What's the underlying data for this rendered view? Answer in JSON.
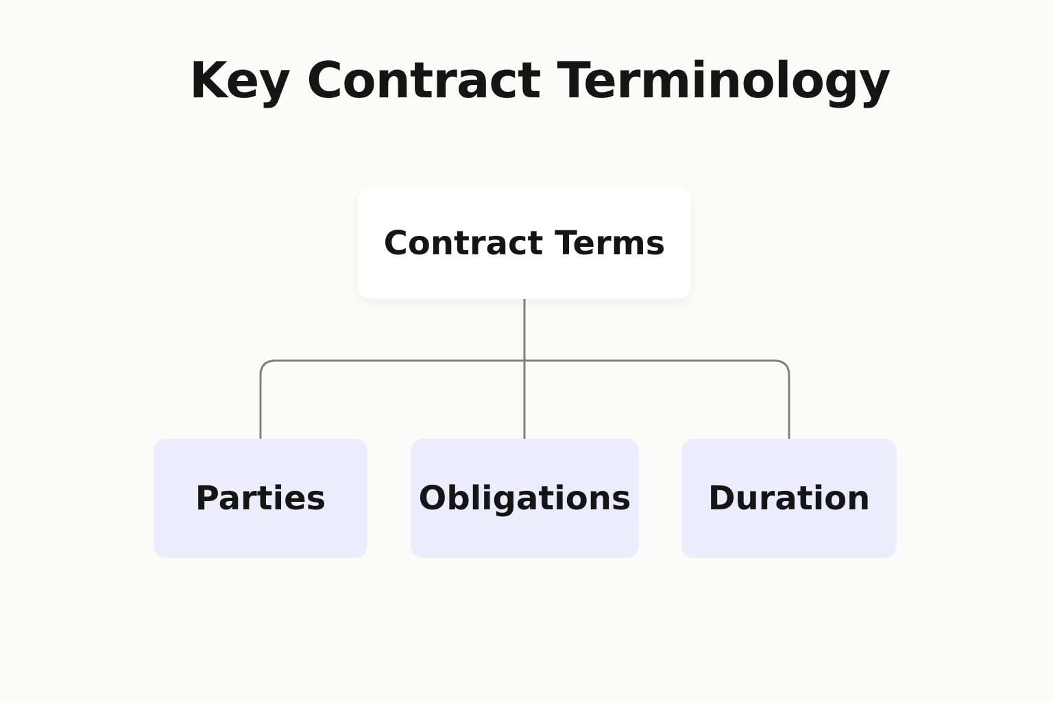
{
  "title": "Key Contract Terminology",
  "colors": {
    "background": "#fbfbfa",
    "root_fill": "#ffffff",
    "child_fill": "#ececfc",
    "connector": "#808080",
    "text": "#151515"
  },
  "diagram": {
    "root": {
      "label": "Contract Terms"
    },
    "children": [
      {
        "label": "Parties"
      },
      {
        "label": "Obligations"
      },
      {
        "label": "Duration"
      }
    ]
  }
}
